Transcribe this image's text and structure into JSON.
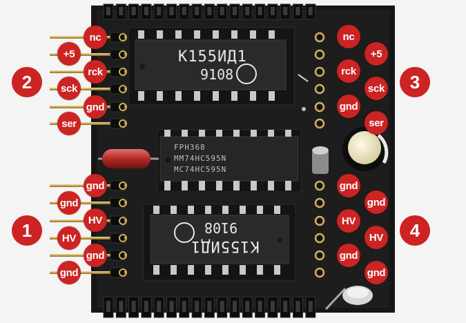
{
  "image": {
    "objects": [
      "pcb-board",
      "ic-top",
      "ic-middle",
      "ic-bottom",
      "capacitor-red",
      "capacitor-electrolytic",
      "header-pins"
    ]
  },
  "chips": {
    "top": {
      "line1": "К155ИД1",
      "line2": "9108"
    },
    "middle": {
      "line1": "FPH368",
      "line2": "MM74HC595N",
      "line3": "MC74HC595N"
    },
    "bottom": {
      "line1": "9108",
      "line2": "К155ИД1"
    }
  },
  "connectors": {
    "c1": {
      "number": "1",
      "pins": [
        "gnd",
        "gnd",
        "HV",
        "HV",
        "gnd",
        "gnd"
      ]
    },
    "c2": {
      "number": "2",
      "pins": [
        "nc",
        "+5",
        "rck",
        "sck",
        "gnd",
        "ser"
      ]
    },
    "c3": {
      "number": "3",
      "pins": [
        "nc",
        "+5",
        "rck",
        "sck",
        "gnd",
        "ser"
      ]
    },
    "c4": {
      "number": "4",
      "pins": [
        "gnd",
        "gnd",
        "HV",
        "HV",
        "gnd",
        "gnd"
      ]
    }
  },
  "colors": {
    "label": "#cc2323",
    "board": "#1a1a1a",
    "background": "#f4f4f4"
  }
}
